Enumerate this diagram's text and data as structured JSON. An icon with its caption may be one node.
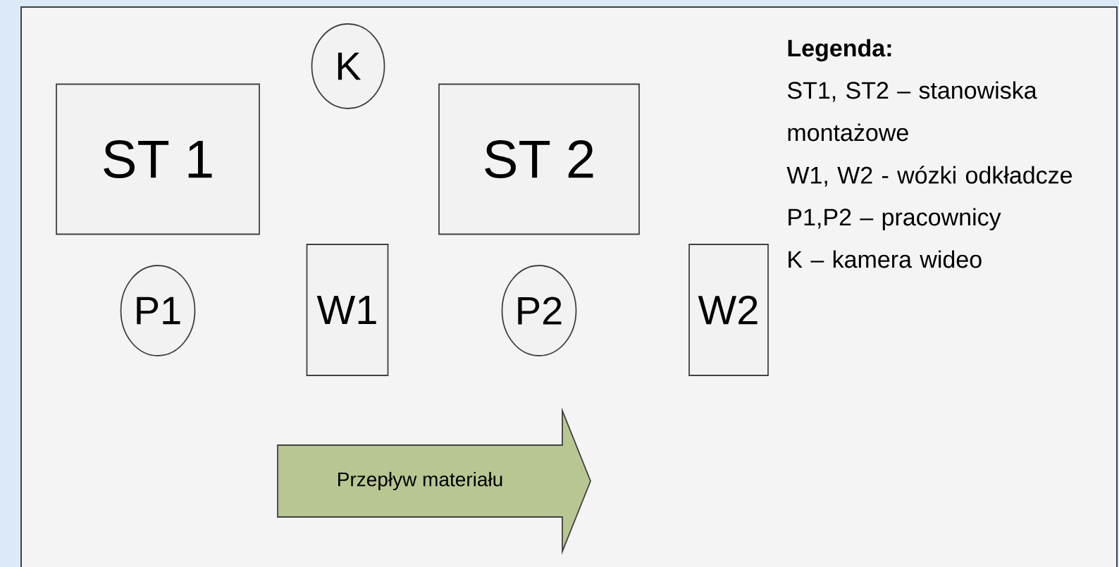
{
  "diagram": {
    "nodes": [
      {
        "text": [
          "ST 1"
        ]
      },
      {
        "text": [
          "K"
        ]
      },
      {
        "text": [
          "ST 2"
        ]
      },
      {
        "text": [
          "P1"
        ]
      },
      {
        "text": [
          "W1"
        ]
      },
      {
        "text": [
          "P2"
        ]
      },
      {
        "text": [
          "W2"
        ]
      },
      {
        "text": [
          "Przepływ materiału"
        ]
      }
    ],
    "labels": [
      "Legenda:",
      "ST1, ST2 – stanowiska montażowe",
      "W1, W2 - wózki odkładcze",
      "P1,P2 – pracownicy",
      "K – kamera wideo"
    ]
  }
}
